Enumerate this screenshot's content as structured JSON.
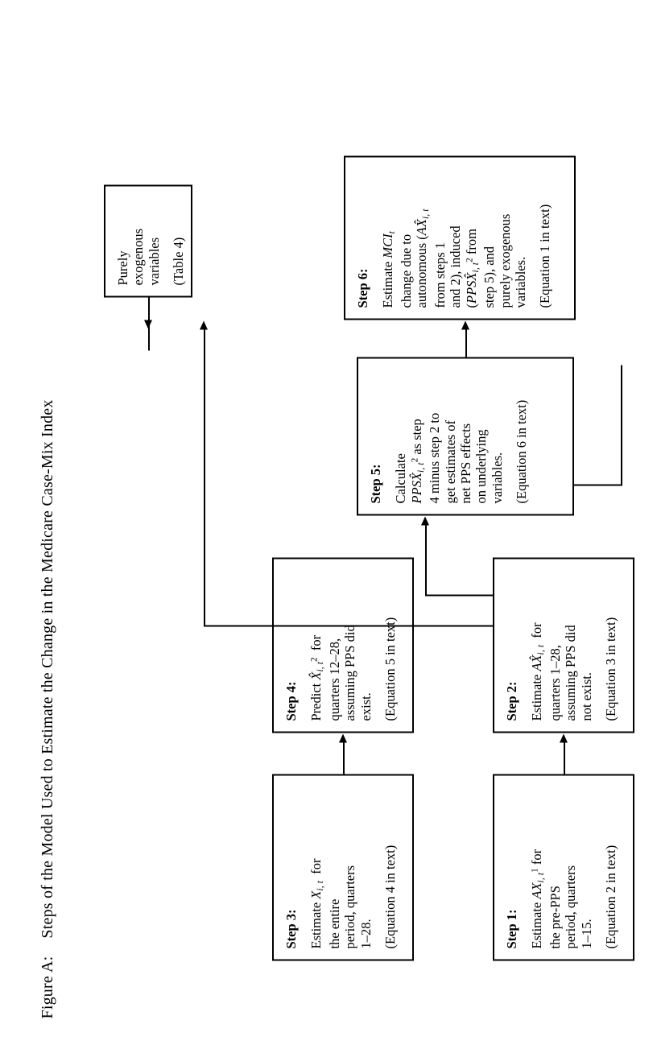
{
  "figure": {
    "label": "Figure A:",
    "title": "Steps of the Model Used to Estimate the Change in the Medicare Case-Mix Index"
  },
  "boxes": [
    {
      "id": "step1",
      "step_title": "Step 1:",
      "body_plain": "Estimate AXi, t1 for the pre-PPS period, quarters 1–15.",
      "body_lines": [
        "Estimate AXi, t 1 for",
        "the pre-PPS",
        "period, quarters",
        "1–15."
      ],
      "equation_note": "(Equation 2 in text)"
    },
    {
      "id": "step2",
      "step_title": "Step 2:",
      "body_plain": "Estimate AX̂i, t for quarters 1–28, assuming PPS did not exist.",
      "body_lines": [
        "Estimate AX̂i, t  for",
        "quarters 1–28,",
        "assuming PPS did",
        "not exist."
      ],
      "equation_note": "(Equation 3 in text)"
    },
    {
      "id": "step3",
      "step_title": "Step 3:",
      "body_plain": "Estimate Xi, t for the entire period, quarters 1–28.",
      "body_lines": [
        "Estimate Xi, t  for",
        "the entire",
        "period, quarters",
        "1–28."
      ],
      "equation_note": "(Equation 4 in text)"
    },
    {
      "id": "step4",
      "step_title": "Step 4:",
      "body_plain": "Predict X̂i, t2 for quarters 12–28, assuming PPS did exist.",
      "body_lines": [
        "Predict X̂i, t2  for",
        "quarters 12–28,",
        "assuming PPS did",
        "exist."
      ],
      "equation_note": "(Equation 5 in text)"
    },
    {
      "id": "step5",
      "step_title": "Step 5:",
      "body_plain": "Calculate PPSX̂i, t2 as step 4 minus step 2 to get estimates of net PPS effects on underlying variables.",
      "body_lines": [
        "Calculate",
        "PPSX̂i, t2 as step",
        "4 minus step 2 to",
        "get estimates of",
        "net PPS effects",
        "on underlying",
        "variables."
      ],
      "equation_note": "(Equation 6 in text)"
    },
    {
      "id": "step6",
      "step_title": "Step 6:",
      "body_plain": "Estimate MCIt change due to autonomous (AX̂i, t from steps 1 and 2), induced (PPSX̂i, t2 from step 5), and purely exogenous variables.",
      "body_lines": [
        "Estimate MCIt",
        "change due to",
        "autonomous (AX̂i, t",
        "from steps 1",
        "and 2), induced",
        "(PPSX̂i, t2 from",
        "step 5), and",
        "purely exogenous",
        "variables."
      ],
      "equation_note": "(Equation 1 in text)"
    },
    {
      "id": "exogenous",
      "step_title": "",
      "body_plain": "Purely exogenous variables",
      "body_lines": [
        "Purely",
        "exogenous",
        "variables"
      ],
      "equation_note": "(Table 4)"
    }
  ],
  "connections": [
    {
      "from": "step1",
      "to": "step2",
      "name": "arrow-step1-to-step2"
    },
    {
      "from": "step3",
      "to": "step4",
      "name": "arrow-step3-to-step4"
    },
    {
      "from": "step2",
      "to": "step5",
      "name": "arrow-step2-to-step5"
    },
    {
      "from": "step2",
      "to": "step6",
      "name": "arrow-step2-to-step6"
    },
    {
      "from": "step4",
      "to": "step5",
      "name": "arrow-step4-to-step5"
    },
    {
      "from": "step5",
      "to": "step6",
      "name": "arrow-step5-to-step6"
    },
    {
      "from": "exogenous",
      "to": "step6",
      "name": "arrow-exogenous-to-step6"
    }
  ],
  "colors": {
    "ink": "#000000",
    "paper": "#ffffff"
  }
}
